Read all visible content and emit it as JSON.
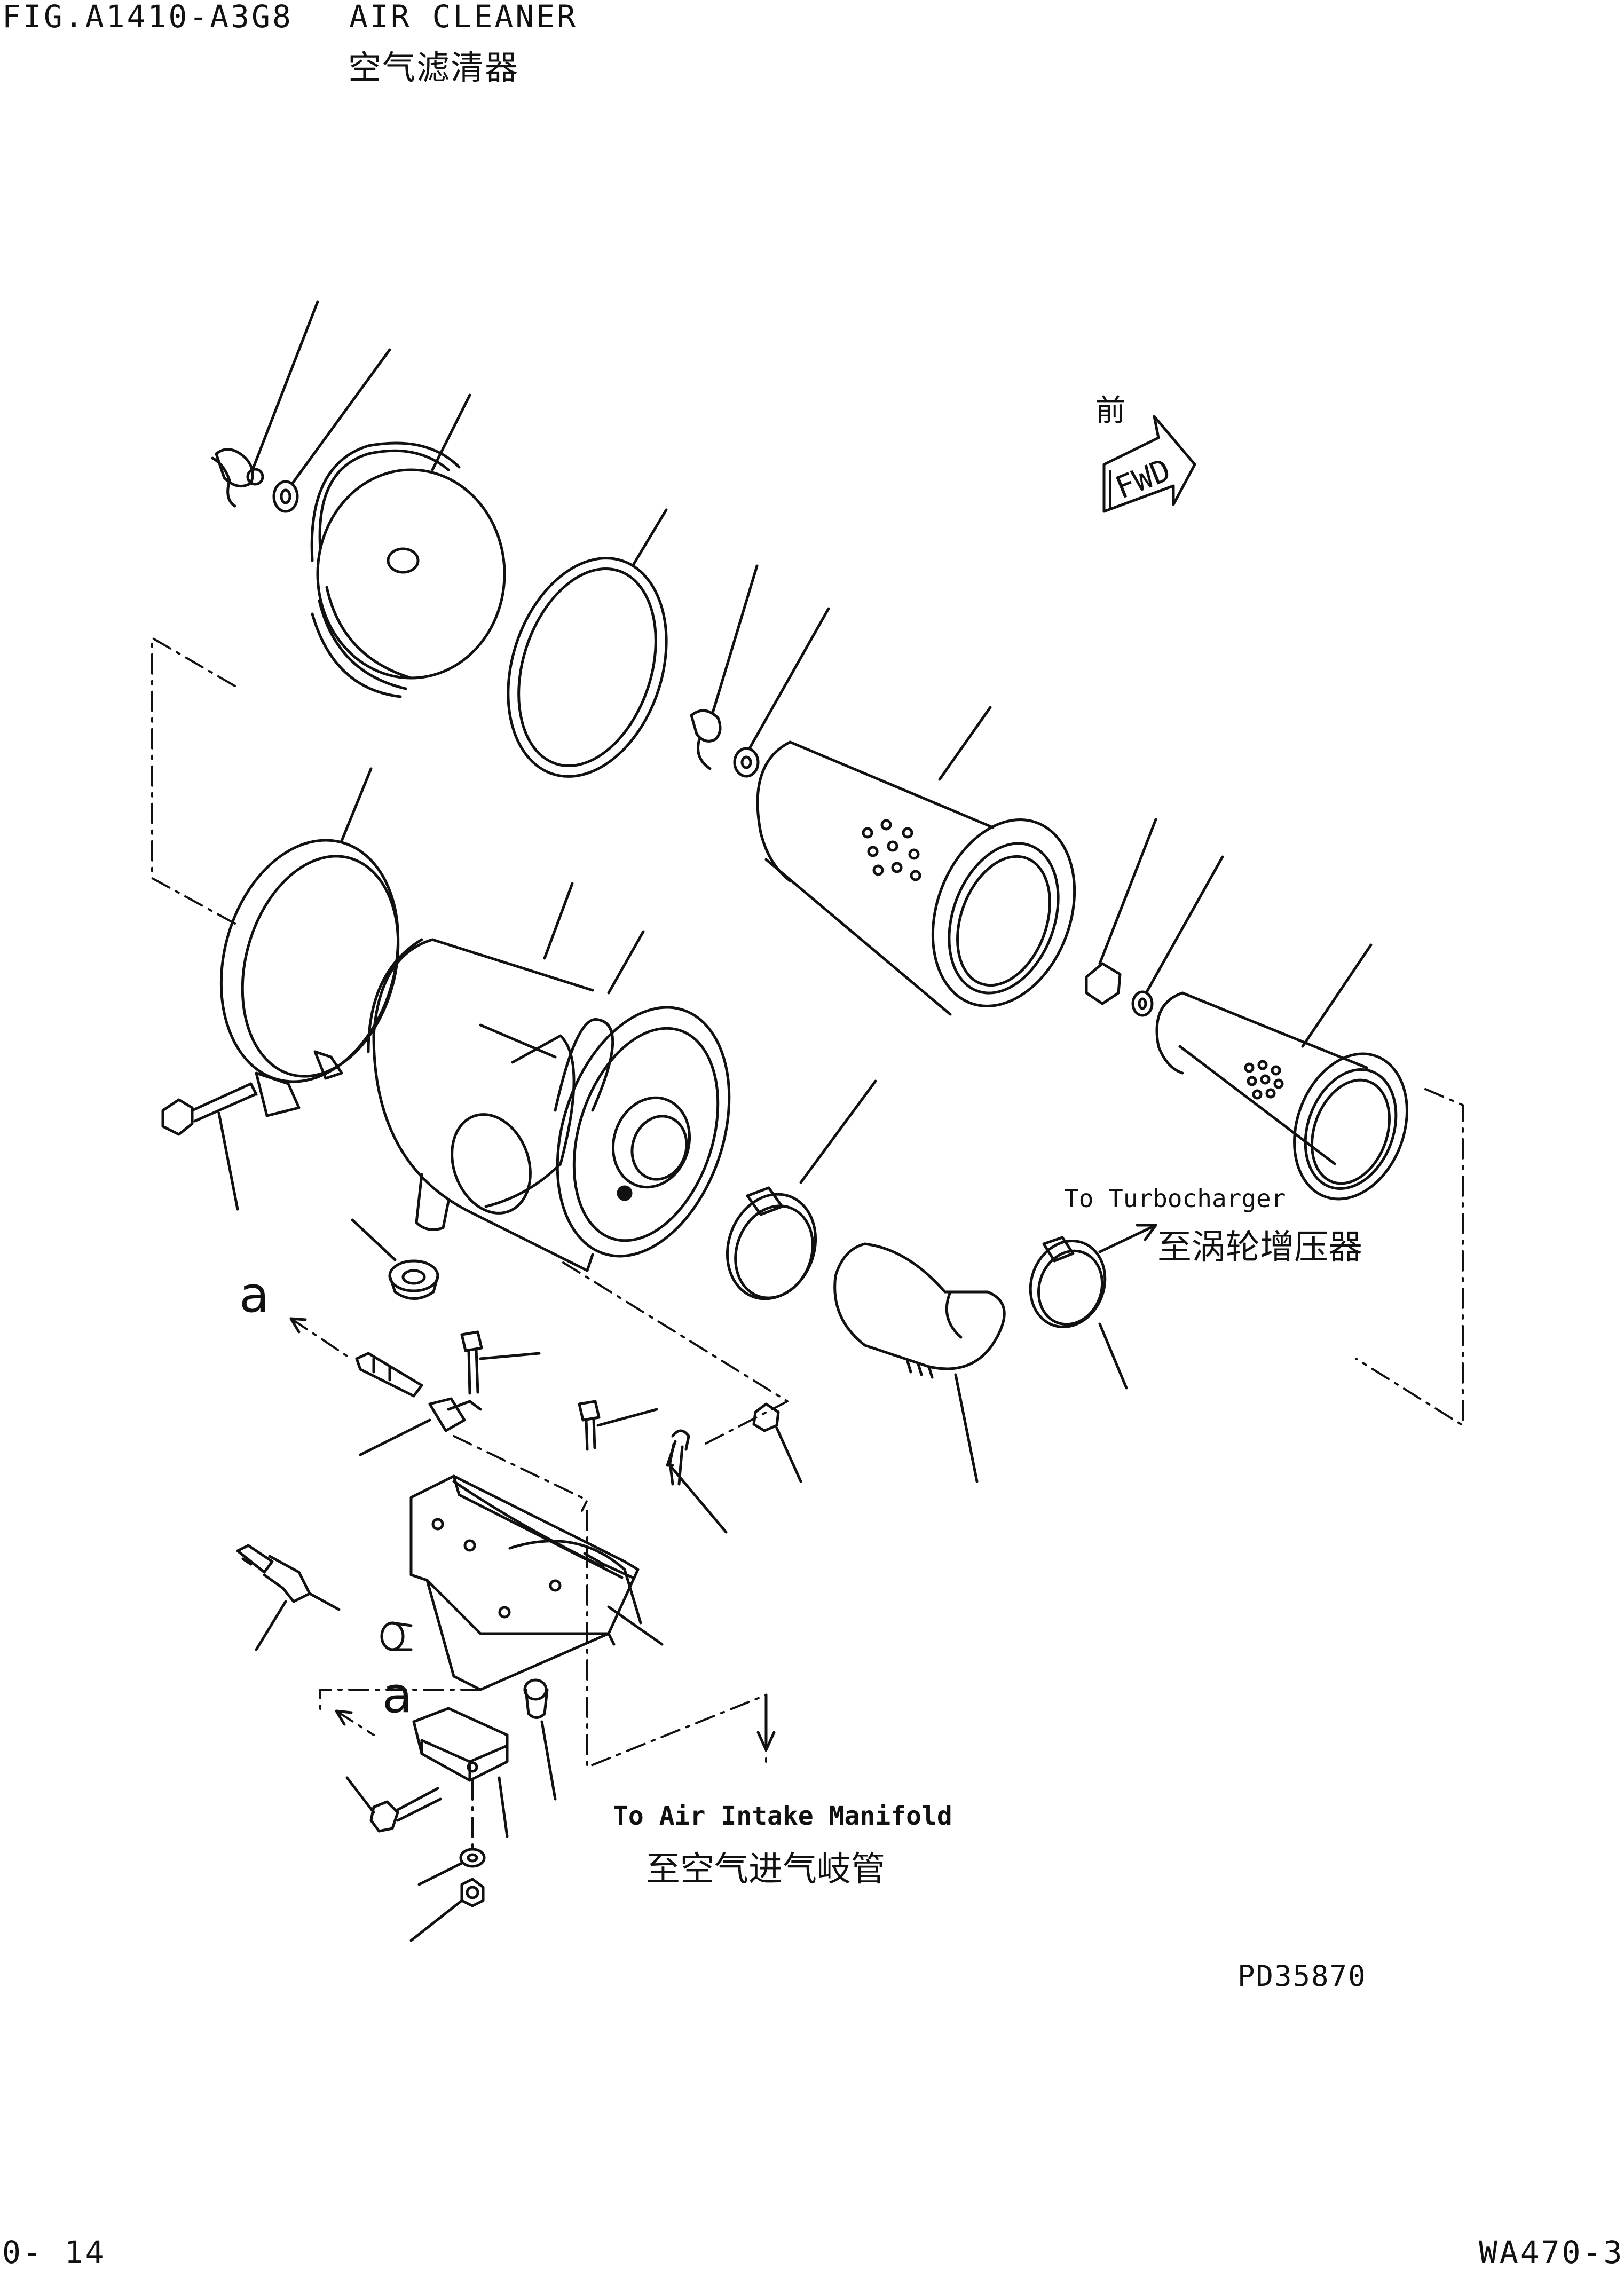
{
  "header": {
    "fig_number": "FIG.A1410-A3G8",
    "title_en": "AIR CLEANER",
    "title_cn": "空气滤清器"
  },
  "direction": {
    "label_cn": "前",
    "arrow_text": "FWD"
  },
  "callouts": {
    "turbo_en": "To Turbocharger",
    "turbo_cn": "至涡轮增压器",
    "manifold_en": "To Air Intake Manifold",
    "manifold_cn": "至空气进气岐管",
    "detail_marker": "a"
  },
  "drawing_id": "PD35870",
  "footer": {
    "page": "0- 14",
    "model": "WA470-3"
  }
}
